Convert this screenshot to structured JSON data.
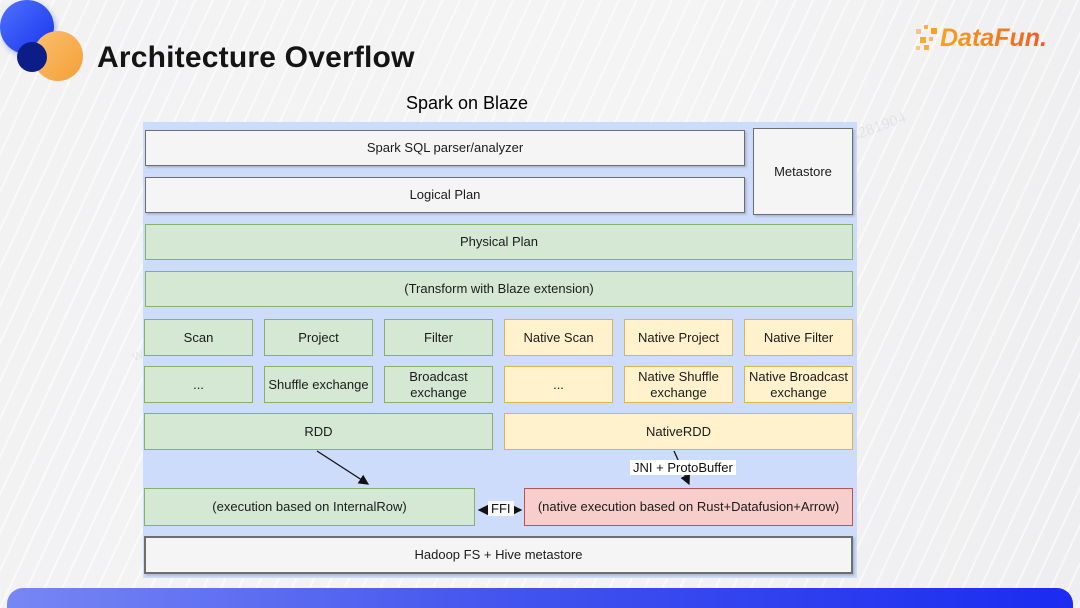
{
  "slide": {
    "title": "Architecture Overflow",
    "subtitle": "Spark on Blaze",
    "brand": "DataFun.",
    "watermark": "wanglei05 1678281904"
  },
  "diagram": {
    "spark_sql": "Spark SQL parser/analyzer",
    "logical_plan": "Logical Plan",
    "metastore": "Metastore",
    "physical_plan": "Physical Plan",
    "transform": "(Transform with Blaze extension)",
    "op_row1": [
      "Scan",
      "Project",
      "Filter",
      "Native Scan",
      "Native Project",
      "Native Filter"
    ],
    "op_row2": [
      "...",
      "Shuffle exchange",
      "Broadcast exchange",
      "...",
      "Native Shuffle exchange",
      "Native Broadcast exchange"
    ],
    "rdd": "RDD",
    "native_rdd": "NativeRDD",
    "jni_label": "JNI + ProtoBuffer",
    "execution": "(execution based on InternalRow)",
    "native_execution": "(native execution based on Rust+Datafusion+Arrow)",
    "ffi_label": "FFI",
    "hadoop": "Hadoop FS + Hive metastore"
  },
  "colors": {
    "panel_blue": "#cddcfa",
    "green_fill": "#d5e8d4",
    "green_border": "#82b366",
    "yellow_fill": "#fff2cc",
    "yellow_border": "#d6b656",
    "pink_fill": "#f8cecc",
    "pink_border": "#b85450",
    "gray_fill": "#f5f5f5",
    "gray_border": "#6e6e6e",
    "footer_gradient_left": "#7787f4",
    "footer_gradient_right": "#1b2bf0",
    "brand_orange": "#f6a31e",
    "brand_red_orange": "#ef5a23",
    "logo_blue": "#1c3bee",
    "logo_orange": "#f5a33b",
    "logo_navy": "#0d1d87"
  }
}
